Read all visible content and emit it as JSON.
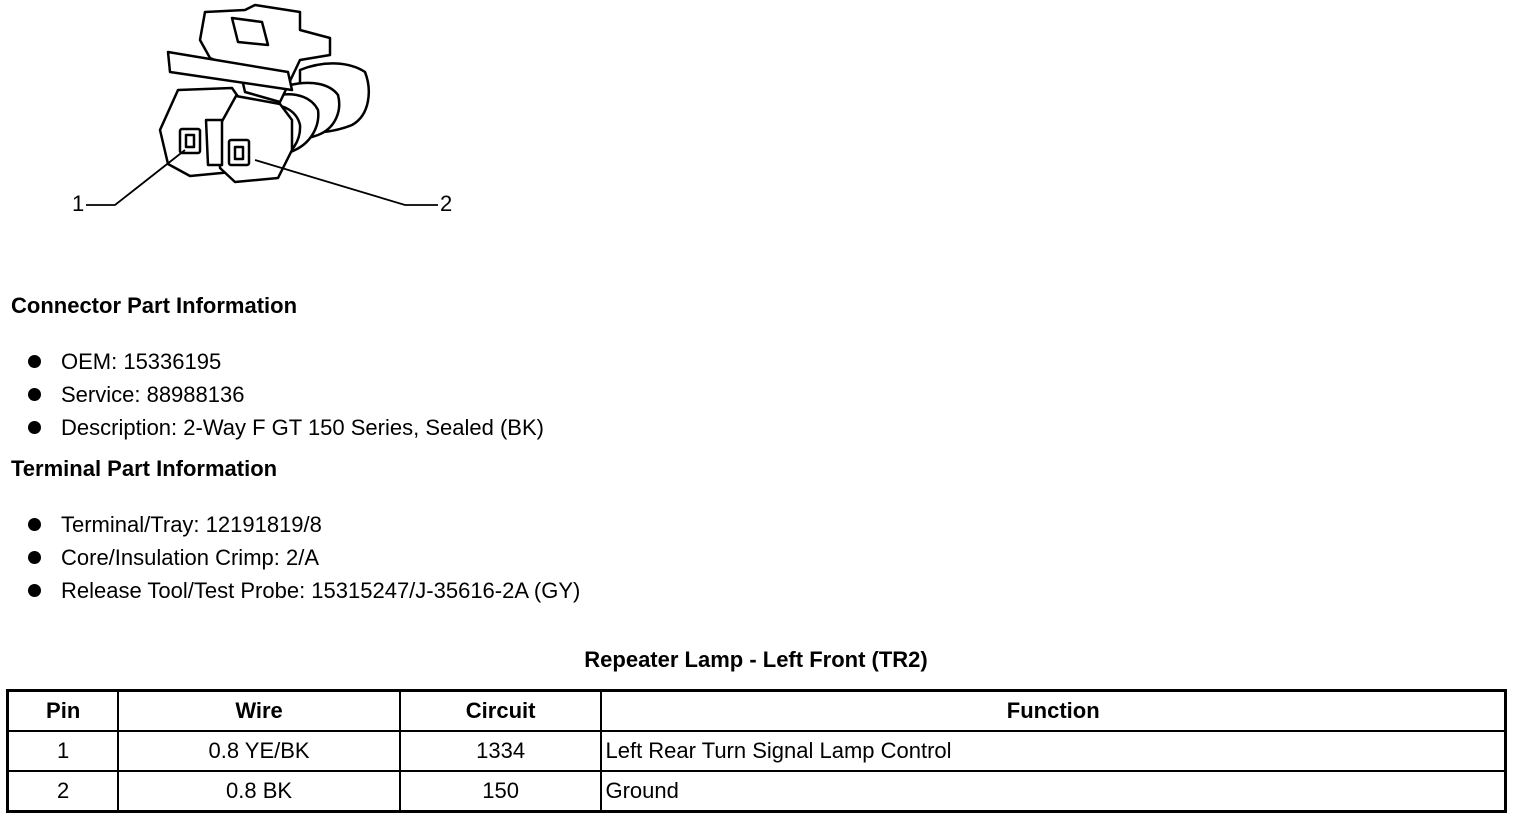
{
  "diagram": {
    "callouts": [
      "1",
      "2"
    ]
  },
  "connector_info": {
    "heading": "Connector Part Information",
    "items": [
      "OEM: 15336195",
      "Service: 88988136",
      "Description: 2-Way F GT 150 Series, Sealed (BK)"
    ]
  },
  "terminal_info": {
    "heading": "Terminal Part Information",
    "items": [
      "Terminal/Tray: 12191819/8",
      "Core/Insulation Crimp: 2/A",
      "Release Tool/Test Probe: 15315247/J-35616-2A (GY)"
    ]
  },
  "table": {
    "caption": "Repeater Lamp - Left Front (TR2)",
    "headers": [
      "Pin",
      "Wire",
      "Circuit",
      "Function"
    ],
    "rows": [
      [
        "1",
        "0.8 YE/BK",
        "1334",
        "Left Rear Turn Signal Lamp Control"
      ],
      [
        "2",
        "0.8 BK",
        "150",
        "Ground"
      ]
    ]
  }
}
